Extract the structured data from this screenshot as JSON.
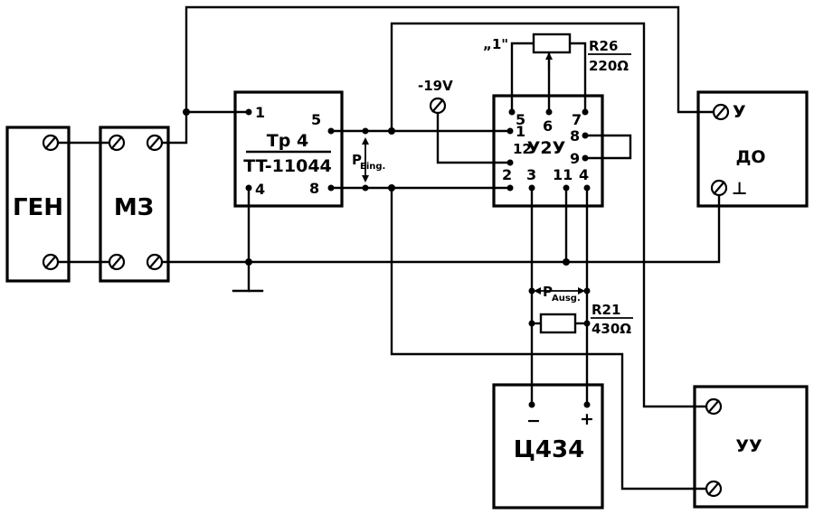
{
  "blocks": {
    "gen": "ГЕН",
    "mz": "МЗ",
    "transformer_name": "Tp 4",
    "transformer_type": "TT-11044",
    "ic": "У2У",
    "do": "ДО",
    "uu": "УУ",
    "meter": "Ц434"
  },
  "pins": {
    "tr_1": "1",
    "tr_4": "4",
    "tr_5": "5",
    "tr_8": "8",
    "ic_1": "1",
    "ic_2": "2",
    "ic_3": "3",
    "ic_4": "4",
    "ic_5": "5",
    "ic_6": "6",
    "ic_7": "7",
    "ic_8": "8",
    "ic_9": "9",
    "ic_11": "11",
    "ic_12": "12"
  },
  "labels": {
    "supply": "-19V",
    "pot_position": "„1\"",
    "r26_name": "R26",
    "r26_value": "220Ω",
    "r21_name": "R21",
    "r21_value": "430Ω",
    "p_in": "P",
    "p_in_sub": "Eing.",
    "p_out": "P",
    "p_out_sub": "Ausg.",
    "do_y": "У",
    "do_ground": "⊥",
    "meter_minus": "−",
    "meter_plus": "+"
  }
}
